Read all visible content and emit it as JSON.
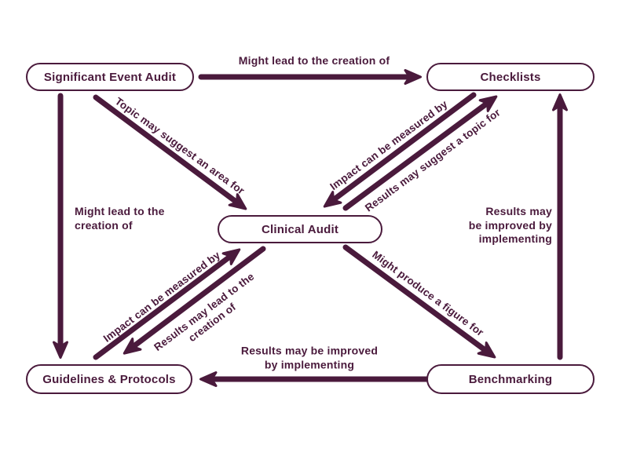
{
  "diagram": {
    "accent_color": "#4A1A3C",
    "background_color": "#FFFFFF",
    "nodes": {
      "significant_event_audit": "Significant Event Audit",
      "checklists": "Checklists",
      "clinical_audit": "Clinical Audit",
      "guidelines_protocols": "Guidelines & Protocols",
      "benchmarking": "Benchmarking"
    },
    "edges": [
      {
        "from": "Significant Event Audit",
        "to": "Checklists",
        "label": "Might lead to the creation of"
      },
      {
        "from": "Significant Event Audit",
        "to": "Guidelines & Protocols",
        "label": "Might lead to the\ncreation of"
      },
      {
        "from": "Significant Event Audit",
        "to": "Clinical Audit",
        "label": "Topic may suggest an area for"
      },
      {
        "from": "Checklists",
        "to": "Clinical Audit",
        "label": "Impact can be measured by"
      },
      {
        "from": "Clinical Audit",
        "to": "Checklists",
        "label": "Results may suggest a topic for"
      },
      {
        "from": "Guidelines & Protocols",
        "to": "Clinical Audit",
        "label": "Impact can be measured by"
      },
      {
        "from": "Clinical Audit",
        "to": "Guidelines & Protocols",
        "label": "Results may lead to the\ncreation of"
      },
      {
        "from": "Clinical Audit",
        "to": "Benchmarking",
        "label": "Might produce a figure for"
      },
      {
        "from": "Benchmarking",
        "to": "Guidelines & Protocols",
        "label": "Results may be improved\nby implementing"
      },
      {
        "from": "Benchmarking",
        "to": "Checklists",
        "label": "Results may\nbe improved by\nimplementing"
      }
    ]
  }
}
